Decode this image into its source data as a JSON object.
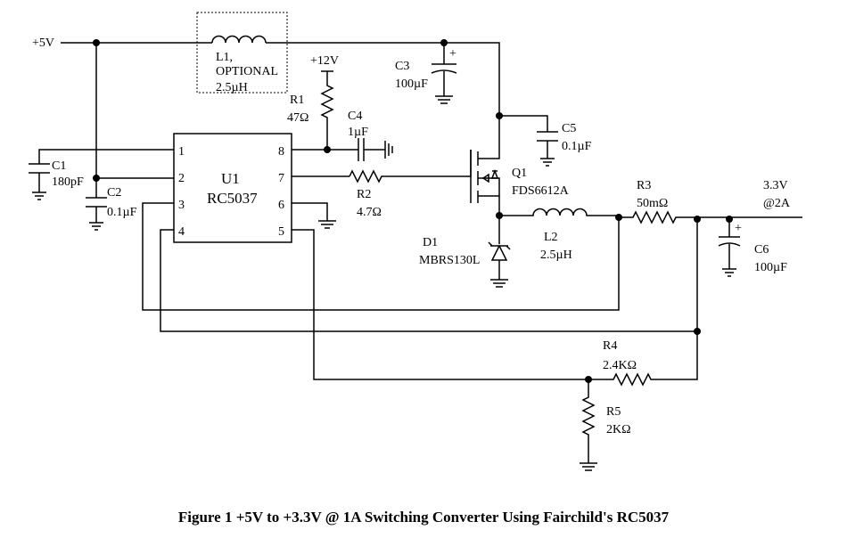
{
  "labels": {
    "vin": "+5V",
    "l1_name": "L1,",
    "l1_note": "OPTIONAL",
    "l1_value": "2.5µH",
    "v12": "+12V",
    "c3_name": "C3",
    "c3_value": "100µF",
    "r1_name": "R1",
    "r1_value": "47Ω",
    "c4_name": "C4",
    "c4_value": "1µF",
    "c5_name": "C5",
    "c5_value": "0.1µF",
    "c1_name": "C1",
    "c1_value": "180pF",
    "c2_name": "C2",
    "c2_value": "0.1µF",
    "u1_name": "U1",
    "u1_part": "RC5037",
    "pin1": "1",
    "pin2": "2",
    "pin3": "3",
    "pin4": "4",
    "pin5": "5",
    "pin6": "6",
    "pin7": "7",
    "pin8": "8",
    "r2_name": "R2",
    "r2_value": "4.7Ω",
    "q1_name": "Q1",
    "q1_part": "FDS6612A",
    "r3_name": "R3",
    "r3_value": "50mΩ",
    "vout": "3.3V",
    "iout": "@2A",
    "d1_name": "D1",
    "d1_part": "MBRS130L",
    "l2_name": "L2",
    "l2_value": "2.5µH",
    "c6_name": "C6",
    "c6_value": "100µF",
    "r4_name": "R4",
    "r4_value": "2.4KΩ",
    "r5_name": "R5",
    "r5_value": "2KΩ",
    "plus": "+"
  },
  "caption": "Figure 1 +5V to +3.3V @ 1A Switching Converter Using Fairchild's RC5037"
}
